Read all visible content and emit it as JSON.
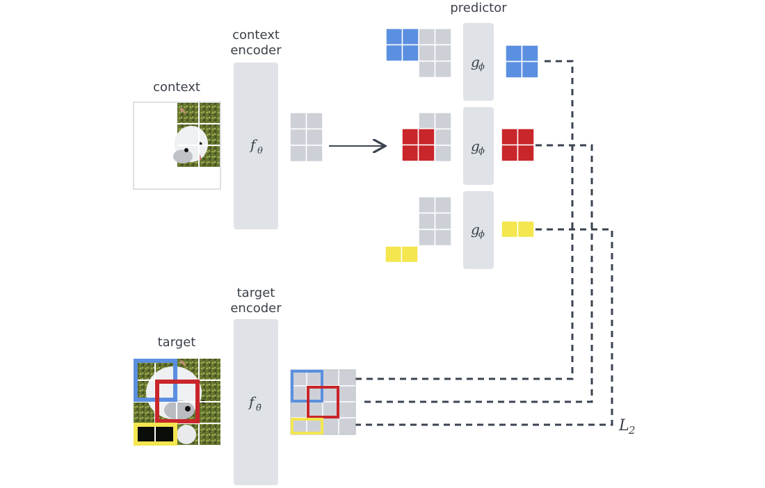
{
  "diagram": {
    "title": "I-JEPA architecture",
    "labels": {
      "context": "context",
      "context_encoder_line1": "context",
      "context_encoder_line2": "encoder",
      "predictor": "predictor",
      "target": "target",
      "target_encoder_line1": "target",
      "target_encoder_line2": "encoder",
      "loss": "L",
      "loss_sub": "2"
    },
    "functions": {
      "context_encoder": {
        "symbol": "f",
        "subscript": "θ"
      },
      "target_encoder": {
        "symbol": "f",
        "subscript": "θ̄"
      },
      "predictor": {
        "symbol": "g",
        "subscript": "ϕ"
      }
    },
    "predictor_rows": [
      {
        "name": "blue",
        "color": "#5b8fe0",
        "shape": "2x2 block",
        "target_region": "top-left 2x2"
      },
      {
        "name": "red",
        "color": "#c8262b",
        "shape": "2x2 block",
        "target_region": "center 2x2"
      },
      {
        "name": "yellow",
        "color": "#f3e64f",
        "shape": "1x2 block",
        "target_region": "bottom-left 1x2"
      }
    ],
    "colors": {
      "encoder_block": "#dfe2e7",
      "token_gray": "#cdd1d7",
      "line": "#3a4350",
      "text": "#3a3f48"
    }
  }
}
